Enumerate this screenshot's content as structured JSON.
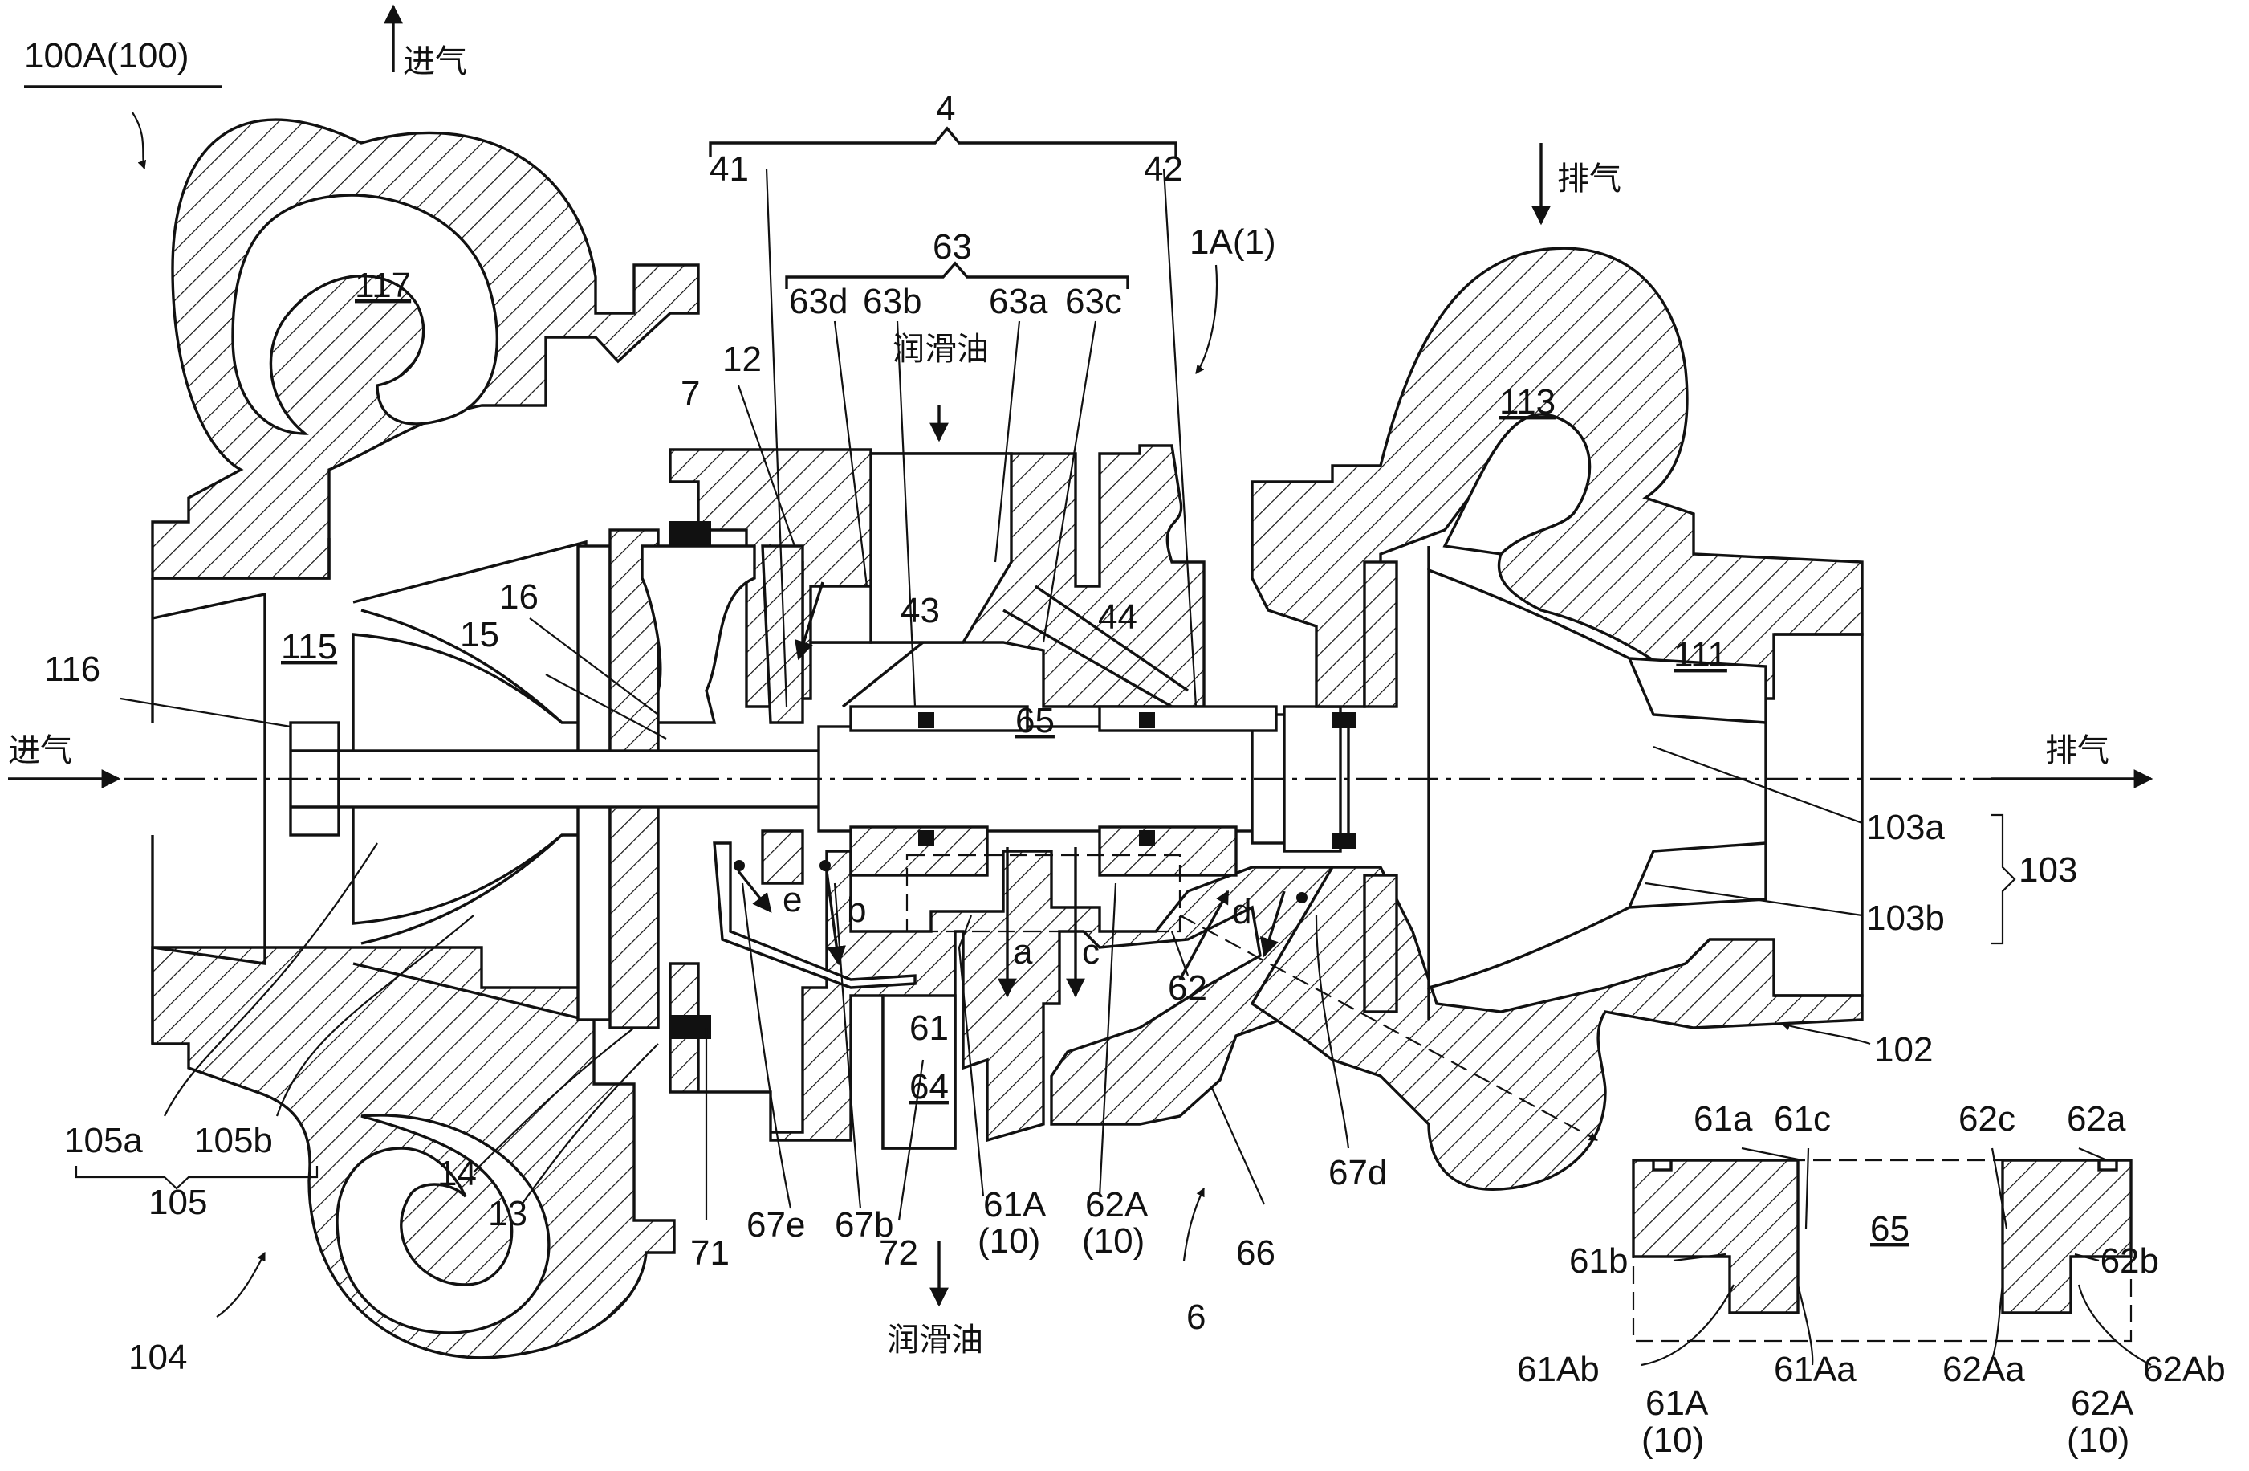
{
  "figure": {
    "assembly_label": "100A(100)",
    "labels": {
      "intake": "进气",
      "exhaust": "排气",
      "lubricating_oil": "润滑油",
      "n4": "4",
      "n41": "41",
      "n42": "42",
      "n63": "63",
      "n63d": "63d",
      "n63b": "63b",
      "n63a": "63a",
      "n63c": "63c",
      "n1A": "1A(1)",
      "n12": "12",
      "n7": "7",
      "n43": "43",
      "n44": "44",
      "n65": "65",
      "n113": "113",
      "n117": "117",
      "n115": "115",
      "n116": "116",
      "n15": "15",
      "n16": "16",
      "n111": "111",
      "n103a": "103a",
      "n103": "103",
      "n103b": "103b",
      "n102": "102",
      "n105a": "105a",
      "n105b": "105b",
      "n105": "105",
      "n14": "14",
      "n13": "13",
      "n104": "104",
      "n71": "71",
      "n67e": "67e",
      "n67b": "67b",
      "n72": "72",
      "n61": "61",
      "n64": "64",
      "n61A": "61A",
      "n62A": "62A",
      "n10": "(10)",
      "n62": "62",
      "n66": "66",
      "n6": "6",
      "n67d": "67d",
      "la": "a",
      "lb": "b",
      "lc": "c",
      "ld": "d",
      "le": "e",
      "d61a": "61a",
      "d61c": "61c",
      "d62c": "62c",
      "d62a": "62a",
      "d65": "65",
      "d61b": "61b",
      "d62b": "62b",
      "d61Ab": "61Ab",
      "d61Aa": "61Aa",
      "d62Aa": "62Aa",
      "d62Ab": "62Ab",
      "d61A": "61A",
      "d62A": "62A",
      "d10": "(10)"
    }
  }
}
